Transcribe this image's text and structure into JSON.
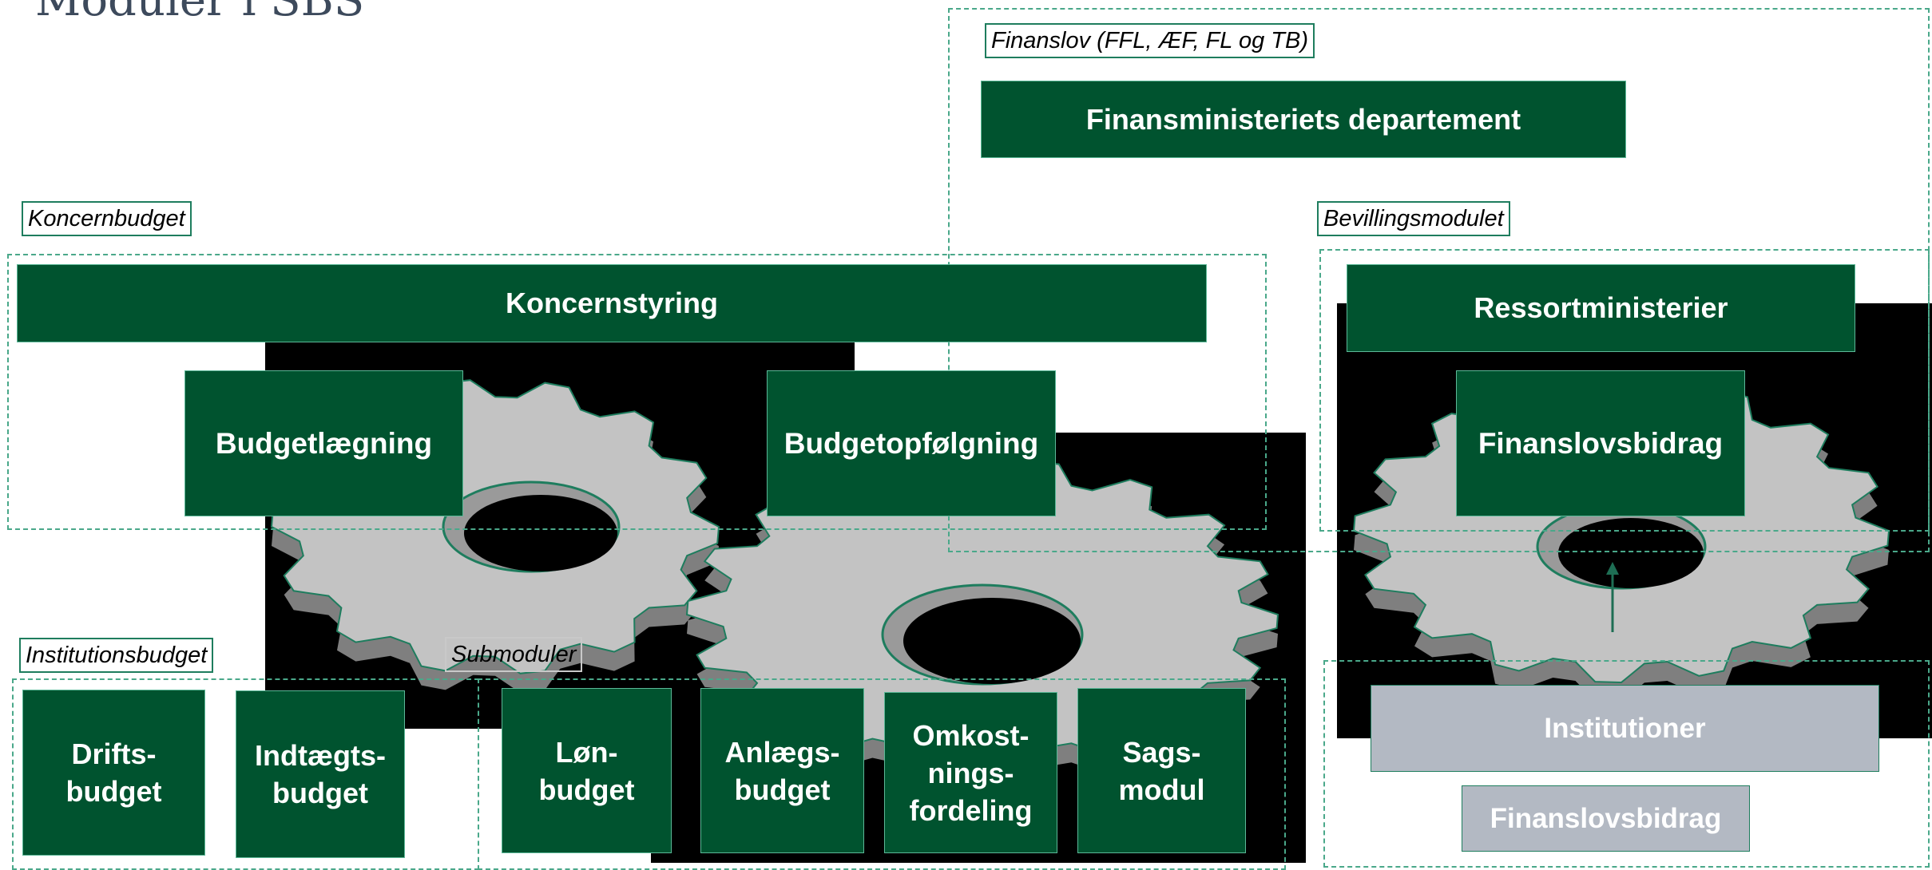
{
  "page": {
    "title": "Moduler i SBS"
  },
  "groups": {
    "finanslov": "Finanslov (FFL, ÆF, FL og TB)",
    "koncernbudget": "Koncernbudget",
    "bevillingsmodulet": "Bevillingsmodulet",
    "institutionsbudget": "Institutionsbudget",
    "submoduler": "Submoduler"
  },
  "boxes": {
    "finansministeriet": "Finansministeriets departement",
    "koncernstyring": "Koncernstyring",
    "ressortministerier": "Ressortministerier",
    "budgetlaegning": "Budgetlægning",
    "budgetopfoelgning": "Budgetopfølgning",
    "finanslovsbidrag_top": "Finanslovsbidrag",
    "institutioner": "Institutioner",
    "finanslovsbidrag_bottom": "Finanslovsbidrag",
    "drifts_1": "Drifts-",
    "drifts_2": "budget",
    "indtaegts_1": "Indtægts-",
    "indtaegts_2": "budget",
    "loen_1": "Løn-",
    "loen_2": "budget",
    "anlaegs_1": "Anlægs-",
    "anlaegs_2": "budget",
    "omkost_1": "Omkost-",
    "omkost_2": "nings-",
    "omkost_3": "fordeling",
    "sags_1": "Sags-",
    "sags_2": "modul"
  },
  "colors": {
    "box_green": "#00532f",
    "box_grey": "#b3b9c3",
    "gear": "#c3c3c3",
    "gear_shadow": "#7f7f7f",
    "outline": "#1e7d5e",
    "dash": "#4aa88a"
  }
}
